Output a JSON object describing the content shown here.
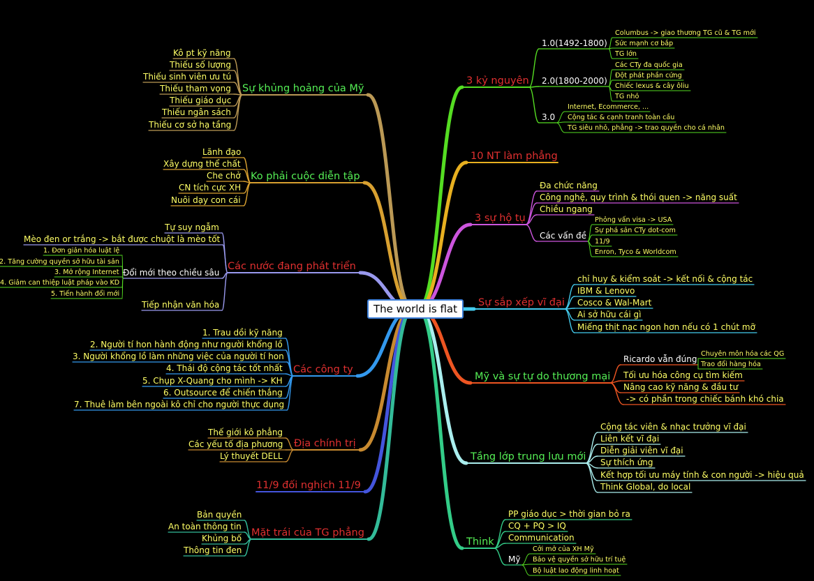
{
  "root": "The world is flat",
  "colors": {
    "background": "#000000",
    "root_border": "#3d7fd8"
  },
  "branches": [
    {
      "id": "b_eras",
      "text": "3 kỷ nguyên",
      "color": "#e03030",
      "line": "#55dd22",
      "children": [
        {
          "id": "c_e1",
          "text": "1.0(1492-1800)",
          "color": "#ffffff",
          "line": "#55dd22",
          "children": [
            {
              "id": "g_e1a",
              "text": "Columbus -> giao thương TG cũ & TG mới"
            },
            {
              "id": "g_e1b",
              "text": "Sức mạnh cơ bắp"
            },
            {
              "id": "g_e1c",
              "text": "TG lớn"
            }
          ]
        },
        {
          "id": "c_e2",
          "text": "2.0(1800-2000)",
          "color": "#ffffff",
          "line": "#55dd22",
          "children": [
            {
              "id": "g_e2a",
              "text": "Các CTy đa quốc gia"
            },
            {
              "id": "g_e2b",
              "text": "Đột phát phần cứng"
            },
            {
              "id": "g_e2c",
              "text": "Chiếc lexus & cây ôliu"
            },
            {
              "id": "g_e2d",
              "text": "TG nhỏ"
            }
          ]
        },
        {
          "id": "c_e3",
          "text": "3.0",
          "color": "#ffffff",
          "line": "#55dd22",
          "children": [
            {
              "id": "g_e3a",
              "text": "Internet, Ecommerce, ..."
            },
            {
              "id": "g_e3b",
              "text": "Cộng tác & cạnh tranh toàn cầu"
            },
            {
              "id": "g_e3c",
              "text": "TG siêu nhỏ, phẳng -> trao quyền cho cá nhân"
            }
          ]
        }
      ]
    },
    {
      "id": "b_10nt",
      "text": "10 NT làm phẳng",
      "color": "#e03030",
      "line": "#e8b020",
      "children": []
    },
    {
      "id": "b_hotu",
      "text": "3 sự hộ tụ",
      "color": "#e03030",
      "line": "#cc55dd",
      "children": [
        {
          "id": "c_h1",
          "text": "Đa chức năng",
          "color": "#ffff66",
          "line": "#cc55dd",
          "children": []
        },
        {
          "id": "c_h2",
          "text": "Công nghệ, quy trình & thói quen -> năng suất",
          "color": "#ffff66",
          "line": "#cc55dd",
          "children": []
        },
        {
          "id": "c_h3",
          "text": "Chiều ngang",
          "color": "#ffff66",
          "line": "#cc55dd",
          "children": []
        },
        {
          "id": "c_h4",
          "text": "Các vấn đề",
          "color": "#ffffff",
          "line": "#cc55dd",
          "children": [
            {
              "id": "g_h4a",
              "text": "Phỏng vấn visa -> USA"
            },
            {
              "id": "g_h4b",
              "text": "Sự phá sản CTy dot-com"
            },
            {
              "id": "g_h4c",
              "text": "11/9"
            },
            {
              "id": "g_h4d",
              "text": "Enron, Tyco & Worldcom"
            }
          ]
        }
      ]
    },
    {
      "id": "b_sapxep",
      "text": "Sự sắp xếp vĩ đại",
      "color": "#e03030",
      "line": "#44ccee",
      "children": [
        {
          "id": "c_s1",
          "text": "chỉ huy & kiểm soát -> kết nối & cộng tác",
          "color": "#ffff66",
          "line": "#44ccee",
          "children": []
        },
        {
          "id": "c_s2",
          "text": "IBM & Lenovo",
          "color": "#ffff66",
          "line": "#44ccee",
          "children": []
        },
        {
          "id": "c_s3",
          "text": "Cosco & Wal-Mart",
          "color": "#ffff66",
          "line": "#44ccee",
          "children": []
        },
        {
          "id": "c_s4",
          "text": "Ai sở hữu cái gì",
          "color": "#ffff66",
          "line": "#44ccee",
          "children": []
        },
        {
          "id": "c_s5",
          "text": "Miếng thịt nạc ngon hơn nếu có 1 chút mỡ",
          "color": "#ffff66",
          "line": "#44ccee",
          "children": []
        }
      ]
    },
    {
      "id": "b_my",
      "text": "Mỹ và sự tự do thương mại",
      "color": "#55ee55",
      "line": "#ee5522",
      "children": [
        {
          "id": "c_m1",
          "text": "Ricardo vẫn đúng",
          "color": "#ffffff",
          "line": "#ee5522",
          "children": [
            {
              "id": "g_m1a",
              "text": "Chuyên môn hóa các QG"
            },
            {
              "id": "g_m1b",
              "text": "Trao đổi hàng hóa"
            }
          ]
        },
        {
          "id": "c_m2",
          "text": "Tối ưu hóa công cụ tìm kiếm",
          "color": "#ffff66",
          "line": "#ee5522",
          "children": []
        },
        {
          "id": "c_m3",
          "text": "Nâng cao kỹ năng & đầu tư",
          "color": "#ffff66",
          "line": "#ee5522",
          "children": []
        },
        {
          "id": "c_m4",
          "text": "-> có phần trong chiếc bánh khó chia",
          "color": "#ffff66",
          "line": "#ee5522",
          "children": []
        }
      ]
    },
    {
      "id": "b_tang",
      "text": "Tầng lớp trung lưu mới",
      "color": "#55ee55",
      "line": "#aaeeee",
      "children": [
        {
          "id": "c_t1",
          "text": "Cộng tác viên & nhạc trưởng vĩ đại",
          "color": "#ffff66",
          "line": "#aaeeee",
          "children": []
        },
        {
          "id": "c_t2",
          "text": "Liên kết vĩ đại",
          "color": "#ffff66",
          "line": "#aaeeee",
          "children": []
        },
        {
          "id": "c_t3",
          "text": "Diễn giải viên vĩ đại",
          "color": "#ffff66",
          "line": "#aaeeee",
          "children": []
        },
        {
          "id": "c_t4",
          "text": "Sự thích ứng",
          "color": "#ffff66",
          "line": "#aaeeee",
          "children": []
        },
        {
          "id": "c_t5",
          "text": "Kết hợp tối ưu máy tính & con người -> hiệu quả",
          "color": "#ffff66",
          "line": "#aaeeee",
          "children": []
        },
        {
          "id": "c_t6",
          "text": "Think Global, do local",
          "color": "#ffff66",
          "line": "#aaeeee",
          "children": []
        }
      ]
    },
    {
      "id": "b_think",
      "text": "Think",
      "color": "#55ee55",
      "line": "#33cc88",
      "children": [
        {
          "id": "c_k1",
          "text": "PP giáo dục > thời gian bỏ ra",
          "color": "#ffff66",
          "line": "#33cc88",
          "children": []
        },
        {
          "id": "c_k2",
          "text": "CQ + PQ > IQ",
          "color": "#ffff66",
          "line": "#33cc88",
          "children": []
        },
        {
          "id": "c_k3",
          "text": "Communication",
          "color": "#ffff66",
          "line": "#33cc88",
          "children": []
        },
        {
          "id": "c_k4",
          "text": "Mỹ",
          "color": "#ffffff",
          "line": "#33cc88",
          "children": [
            {
              "id": "g_k4a",
              "text": "Cởi mở của XH Mỹ"
            },
            {
              "id": "g_k4b",
              "text": "Bảo vệ quyền sở hữu trí tuệ"
            },
            {
              "id": "g_k4c",
              "text": "Bộ luật lao động linh hoạt"
            }
          ]
        }
      ]
    },
    {
      "id": "b_khung",
      "text": "Sự khủng hoảng của Mỹ",
      "color": "#55ee55",
      "line": "#bb9955",
      "children": [
        {
          "id": "c_u1",
          "text": "Kô pt kỹ năng",
          "color": "#ffff66",
          "line": "#bb9955",
          "children": []
        },
        {
          "id": "c_u2",
          "text": "Thiếu số lượng",
          "color": "#ffff66",
          "line": "#bb9955",
          "children": []
        },
        {
          "id": "c_u3",
          "text": "Thiếu sinh viên ưu tú",
          "color": "#ffff66",
          "line": "#bb9955",
          "children": []
        },
        {
          "id": "c_u4",
          "text": "Thiếu tham vọng",
          "color": "#ffff66",
          "line": "#bb9955",
          "children": []
        },
        {
          "id": "c_u5",
          "text": "Thiếu giáo dục",
          "color": "#ffff66",
          "line": "#bb9955",
          "children": []
        },
        {
          "id": "c_u6",
          "text": "Thiếu ngân sách",
          "color": "#ffff66",
          "line": "#bb9955",
          "children": []
        },
        {
          "id": "c_u7",
          "text": "Thiếu cơ sở hạ tầng",
          "color": "#ffff66",
          "line": "#bb9955",
          "children": []
        }
      ]
    },
    {
      "id": "b_ko",
      "text": "Ko phải cuộc diễn tập",
      "color": "#55ee55",
      "line": "#d8a030",
      "children": [
        {
          "id": "c_d1",
          "text": "Lãnh đạo",
          "color": "#ffff66",
          "line": "#d8a030",
          "children": []
        },
        {
          "id": "c_d2",
          "text": "Xây dựng thể chất",
          "color": "#ffff66",
          "line": "#d8a030",
          "children": []
        },
        {
          "id": "c_d3",
          "text": "Che chở",
          "color": "#ffff66",
          "line": "#d8a030",
          "children": []
        },
        {
          "id": "c_d4",
          "text": "CN tích cực XH",
          "color": "#ffff66",
          "line": "#d8a030",
          "children": []
        },
        {
          "id": "c_d5",
          "text": "Nuôi dạy con cái",
          "color": "#ffff66",
          "line": "#d8a030",
          "children": []
        }
      ]
    },
    {
      "id": "b_nuoc",
      "text": "Các nước đang phát triển",
      "color": "#e03030",
      "line": "#9999ee",
      "children": [
        {
          "id": "c_n1",
          "text": "Tự suy ngẫm",
          "color": "#ffff66",
          "line": "#9999ee",
          "children": []
        },
        {
          "id": "c_n2",
          "text": "Mèo đen or trắng -> bắt được chuột là mèo tốt",
          "color": "#ffff66",
          "line": "#9999ee",
          "children": []
        },
        {
          "id": "c_n3",
          "text": "Đổi mới theo chiều sâu",
          "color": "#ffffff",
          "line": "#9999ee",
          "children": [
            {
              "id": "g_n3a",
              "text": "1. Đơn giản hóa luật lệ"
            },
            {
              "id": "g_n3b",
              "text": "2. Tăng cường quyền sở hữu tài sản"
            },
            {
              "id": "g_n3c",
              "text": "3. Mở rộng Internet"
            },
            {
              "id": "g_n3d",
              "text": "4. Giảm can thiệp luật pháp vào KD"
            },
            {
              "id": "g_n3e",
              "text": "5. Tiến hành đổi mới"
            }
          ]
        },
        {
          "id": "c_n4",
          "text": "Tiếp nhận văn hóa",
          "color": "#ffff66",
          "line": "#9999ee",
          "children": []
        }
      ]
    },
    {
      "id": "b_cty",
      "text": "Các công ty",
      "color": "#e03030",
      "line": "#3399ee",
      "children": [
        {
          "id": "c_y1",
          "text": "1. Trau dồi kỹ năng",
          "color": "#ffff66",
          "line": "#3399ee",
          "children": []
        },
        {
          "id": "c_y2",
          "text": "2. Người tí hon hành động như người khổng lồ",
          "color": "#ffff66",
          "line": "#3399ee",
          "children": []
        },
        {
          "id": "c_y3",
          "text": "3. Người khổng lồ làm những việc của người tí hon",
          "color": "#ffff66",
          "line": "#3399ee",
          "children": []
        },
        {
          "id": "c_y4",
          "text": "4. Thái độ cộng tác tốt nhất",
          "color": "#ffff66",
          "line": "#3399ee",
          "children": []
        },
        {
          "id": "c_y5",
          "text": "5. Chụp X-Quang cho mình -> KH",
          "color": "#ffff66",
          "line": "#3399ee",
          "children": []
        },
        {
          "id": "c_y6",
          "text": "6. Outsource để chiến thắng",
          "color": "#ffff66",
          "line": "#3399ee",
          "children": []
        },
        {
          "id": "c_y7",
          "text": "7. Thuê làm bên ngoài kô chỉ cho người thực dụng",
          "color": "#ffff66",
          "line": "#3399ee",
          "children": []
        }
      ]
    },
    {
      "id": "b_dia",
      "text": "Địa chính trị",
      "color": "#e03030",
      "line": "#c88a30",
      "children": [
        {
          "id": "c_p1",
          "text": "Thế giới kô phẳng",
          "color": "#ffff66",
          "line": "#c88a30",
          "children": []
        },
        {
          "id": "c_p2",
          "text": "Các yếu tố địa phương",
          "color": "#ffff66",
          "line": "#c88a30",
          "children": []
        },
        {
          "id": "c_p3",
          "text": "Lý thuyết DELL",
          "color": "#ffff66",
          "line": "#c88a30",
          "children": []
        }
      ]
    },
    {
      "id": "b_119",
      "text": "11/9 đối nghịch 11/9",
      "color": "#e03030",
      "line": "#4455dd",
      "children": []
    },
    {
      "id": "b_mat",
      "text": "Mặt trái của TG phẳng",
      "color": "#e03030",
      "line": "#33bb99",
      "children": [
        {
          "id": "c_q1",
          "text": "Bản quyền",
          "color": "#ffff66",
          "line": "#33bb99",
          "children": []
        },
        {
          "id": "c_q2",
          "text": "An toàn thông tin",
          "color": "#ffff66",
          "line": "#33bb99",
          "children": []
        },
        {
          "id": "c_q3",
          "text": "Khủng bố",
          "color": "#ffff66",
          "line": "#33bb99",
          "children": []
        },
        {
          "id": "c_q4",
          "text": "Thông tin đen",
          "color": "#ffff66",
          "line": "#33bb99",
          "children": []
        }
      ]
    }
  ]
}
